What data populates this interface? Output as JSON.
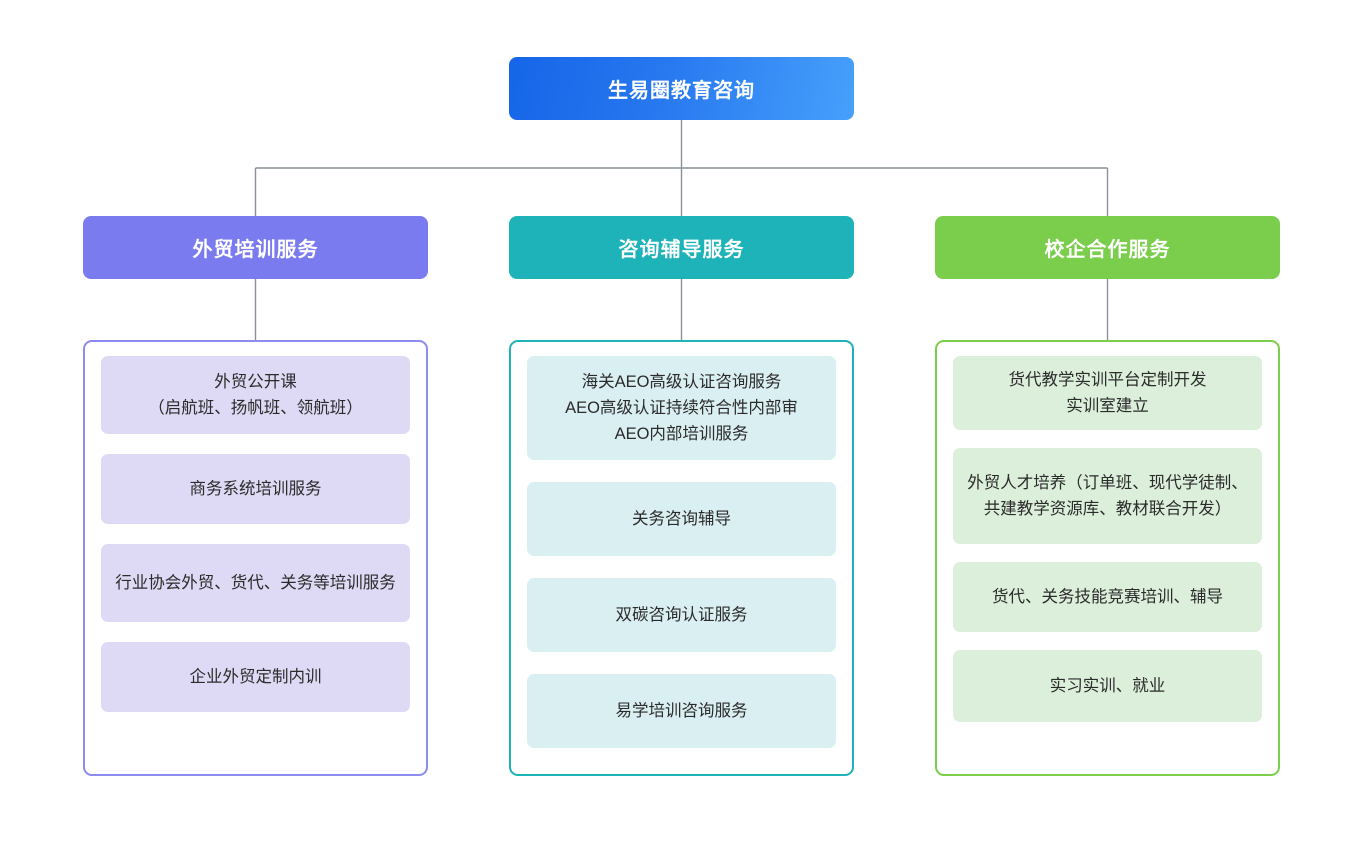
{
  "diagram": {
    "type": "organization-tree",
    "root": {
      "label": "生易圈教育咨询",
      "color": "#1565e8",
      "gradient_to": "#46a0fb"
    },
    "columns": [
      {
        "id": "foreign-trade-training",
        "header": "外贸培训服务",
        "color": "#7b7bf0",
        "leaf_fill": "#ded9f4",
        "items": [
          "外贸公开课\n（启航班、扬帆班、领航班）",
          "商务系统培训服务",
          "行业协会外贸、货代、关务等培训服务",
          "企业外贸定制内训"
        ]
      },
      {
        "id": "consulting-tutoring",
        "header": "咨询辅导服务",
        "color": "#1eb3b8",
        "leaf_fill": "#daeff1",
        "items": [
          "海关AEO高级认证咨询服务\nAEO高级认证持续符合性内部审\nAEO内部培训服务",
          "关务咨询辅导",
          "双碳咨询认证服务",
          "易学培训咨询服务"
        ]
      },
      {
        "id": "school-enterprise-cooperation",
        "header": "校企合作服务",
        "color": "#7ace4b",
        "leaf_fill": "#dcefdb",
        "items": [
          "货代教学实训平台定制开发\n实训室建立",
          "外贸人才培养（订单班、现代学徒制、共建教学资源库、教材联合开发）",
          "货代、关务技能竞赛培训、辅导",
          "实习实训、就业"
        ]
      }
    ],
    "connector_color": "#8a9099"
  }
}
